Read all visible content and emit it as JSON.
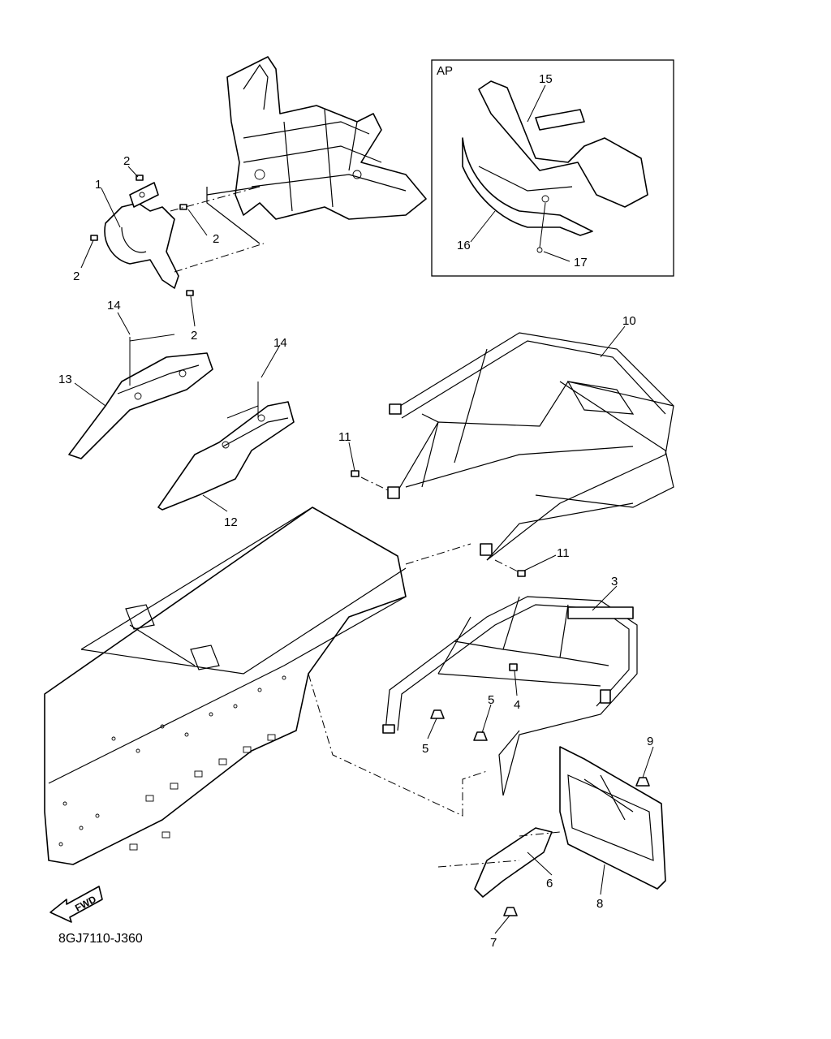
{
  "diagram": {
    "inset_label": "AP",
    "drawing_number": "8GJ7110-J360",
    "fwd_label": "FWD",
    "callouts": {
      "c1": "1",
      "c2a": "2",
      "c2b": "2",
      "c2c": "2",
      "c2d": "2",
      "c3": "3",
      "c4": "4",
      "c5a": "5",
      "c5b": "5",
      "c6": "6",
      "c7": "7",
      "c8": "8",
      "c9": "9",
      "c10": "10",
      "c11a": "11",
      "c11b": "11",
      "c12": "12",
      "c13": "13",
      "c14a": "14",
      "c14b": "14",
      "c15": "15",
      "c16": "16",
      "c17": "17"
    }
  }
}
